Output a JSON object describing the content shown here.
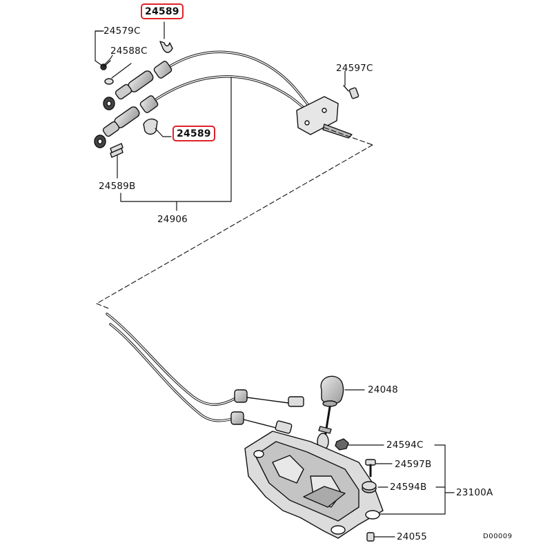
{
  "labels": {
    "top_boxed": "24589",
    "p24579c": "24579C",
    "p24588c": "24588C",
    "p24597c_top": "24597C",
    "mid_boxed": "24589",
    "p24589b": "24589B",
    "p24906": "24906",
    "p24048": "24048",
    "p24594c": "24594C",
    "p24597b": "24597B",
    "p24594b": "24594B",
    "p23100a": "23100A",
    "p24055": "24055",
    "drawing_code": "D00009"
  },
  "colors": {
    "line": "#111111",
    "highlight": "#e0202a"
  }
}
